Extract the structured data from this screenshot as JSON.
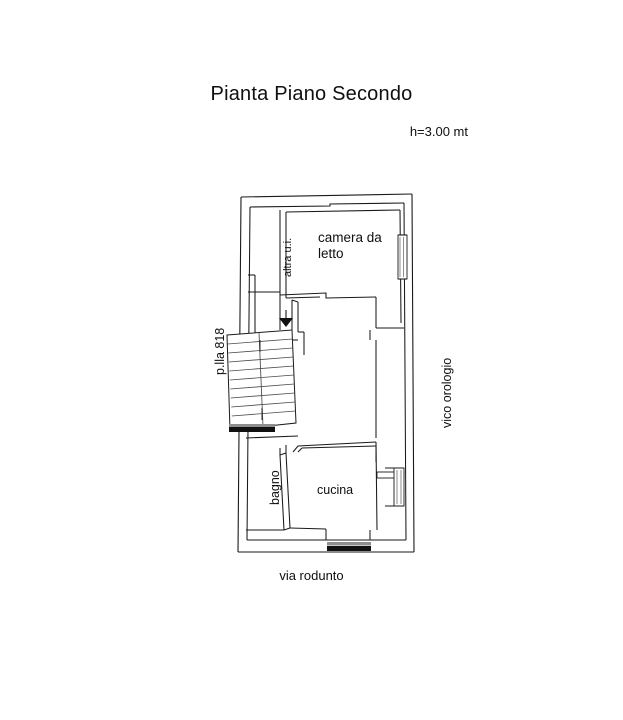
{
  "document": {
    "title": "Pianta Piano Secondo",
    "height_note": "h=3.00 mt"
  },
  "plan": {
    "rooms": [
      {
        "id": "camera",
        "label": "camera da letto"
      },
      {
        "id": "cucina",
        "label": "cucina"
      },
      {
        "id": "bagno",
        "label": "bagno"
      }
    ],
    "annotations": [
      {
        "id": "altra-ui",
        "label": "altra u.i."
      }
    ],
    "boundaries": [
      {
        "id": "parcel",
        "label": "p.lla 818",
        "side": "left"
      },
      {
        "id": "street-right",
        "label": "vico orologio",
        "side": "right"
      },
      {
        "id": "street-bottom",
        "label": "via rodunto",
        "side": "bottom"
      }
    ],
    "markers": [
      {
        "id": "stair-direction",
        "label": "down-arrow-marker"
      }
    ],
    "colors": {
      "line": "#1a1a1a",
      "line_light": "#9a9a9a",
      "opening_fill": "#111111",
      "background": "#ffffff"
    }
  }
}
